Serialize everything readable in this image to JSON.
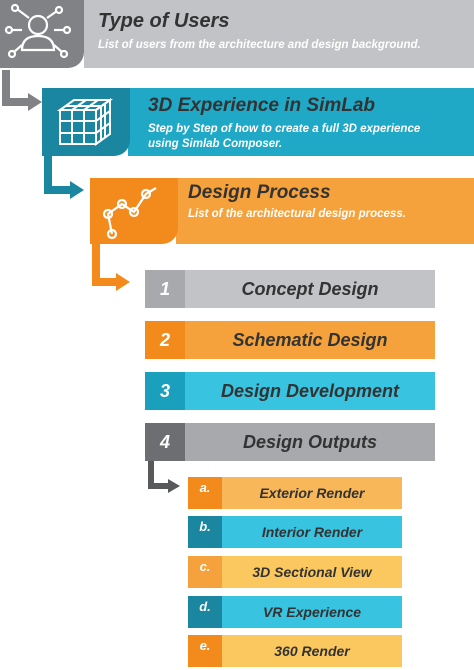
{
  "colors": {
    "gray_dark": "#6d6e71",
    "gray_mid": "#808285",
    "gray_light": "#a7a9ac",
    "gray_bar": "#c1c3c6",
    "teal_dark": "#1a86a0",
    "teal": "#20a9c7",
    "teal_light": "#38c3e0",
    "orange_dark": "#f28a1c",
    "orange": "#f6a23c",
    "orange_light": "#f8b85a",
    "yellow": "#fbc860",
    "white": "#ffffff"
  },
  "sections": [
    {
      "title": "Type of Users",
      "description": "List of users from the architecture and  design background.",
      "icon": "user-network-icon"
    },
    {
      "title": "3D Experience in SimLab",
      "description_lines": [
        "Step by Step of how to create a full 3D experience",
        "using Simlab Composer."
      ],
      "icon": "grid-cube-icon"
    },
    {
      "title": "Design Process",
      "description": "List of the architectural design process.",
      "icon": "process-path-icon"
    }
  ],
  "steps": [
    {
      "number": "1",
      "label": "Concept Design"
    },
    {
      "number": "2",
      "label": "Schematic Design"
    },
    {
      "number": "3",
      "label": "Design Development"
    },
    {
      "number": "4",
      "label": "Design Outputs"
    }
  ],
  "outputs": [
    {
      "letter": "a.",
      "label": "Exterior Render"
    },
    {
      "letter": "b.",
      "label": "Interior Render"
    },
    {
      "letter": "c.",
      "label": "3D Sectional View"
    },
    {
      "letter": "d.",
      "label": "VR Experience"
    },
    {
      "letter": "e.",
      "label": "360 Render"
    }
  ]
}
